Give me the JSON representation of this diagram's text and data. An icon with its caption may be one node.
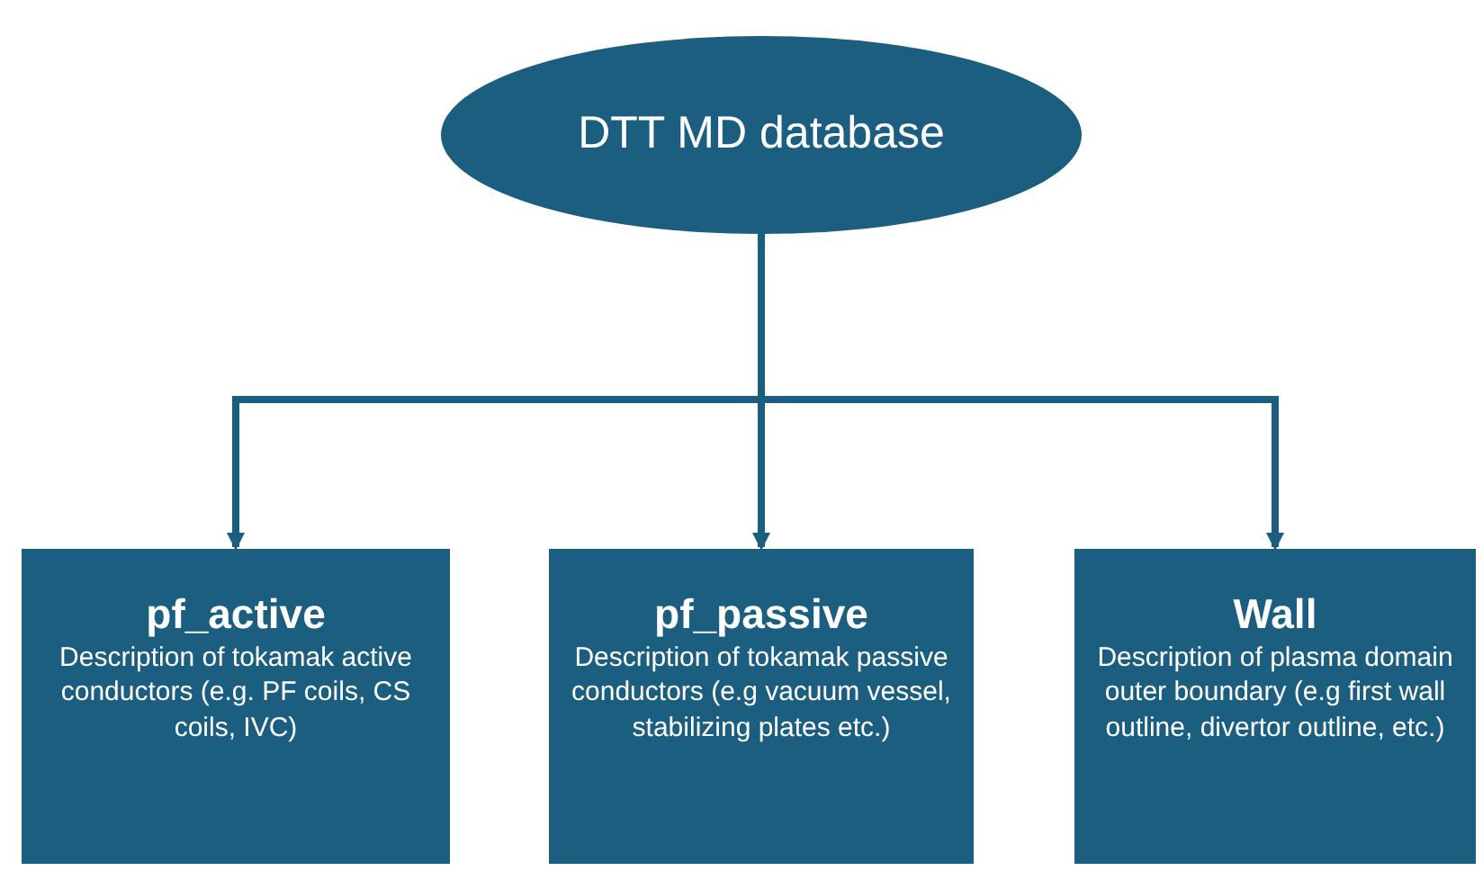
{
  "diagram": {
    "nodes": [
      {
        "text": [
          "DTT MD database"
        ]
      },
      {
        "text": [
          "pf_active",
          "Description of tokamak active conductors (e.g. PF coils, CS coils, IVC)"
        ]
      },
      {
        "text": [
          "pf_passive",
          "Description of tokamak passive conductors (e.g vacuum vessel, stabilizing plates etc.)"
        ]
      },
      {
        "text": [
          "Wall",
          "Description of plasma domain outer boundary (e.g first wall outline, divertor outline, etc.)"
        ]
      }
    ],
    "edges": [
      {
        "from": 0,
        "to": 1,
        "arrow": "to"
      },
      {
        "from": 0,
        "to": 2,
        "arrow": "to"
      },
      {
        "from": 0,
        "to": 3,
        "arrow": "to"
      }
    ]
  }
}
